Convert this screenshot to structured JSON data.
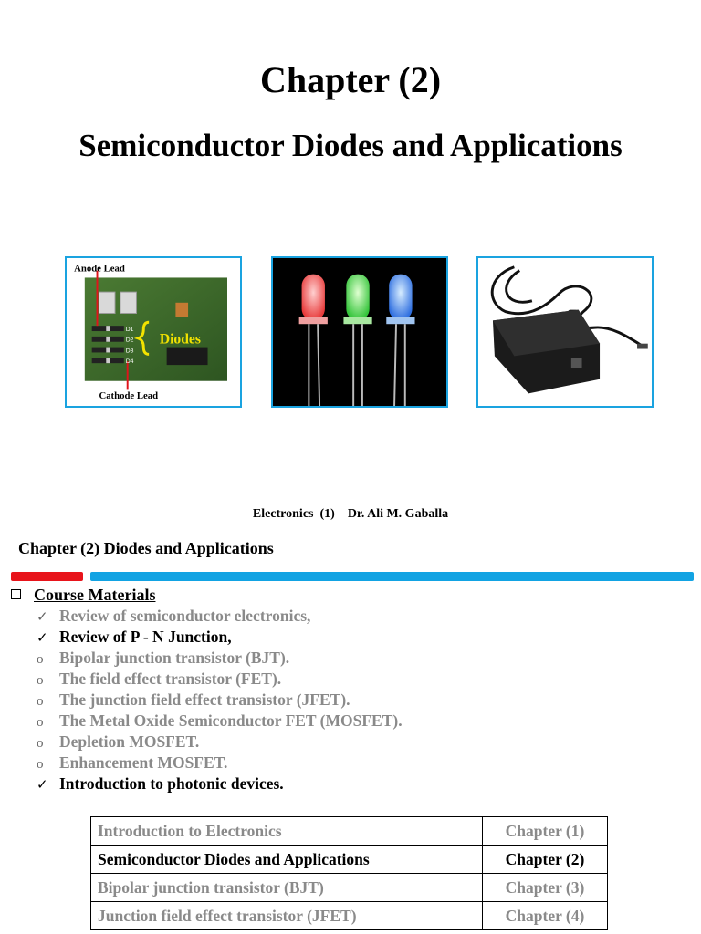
{
  "title": "Chapter (2)",
  "subtitle": "Semiconductor Diodes and Applications",
  "images": {
    "diodes": {
      "anode_label": "Anode Lead",
      "cathode_label": "Cathode Lead",
      "diodes_label": "Diodes",
      "marks": [
        "D1",
        "D2",
        "D3",
        "D4"
      ]
    },
    "leds": {},
    "adapter": {}
  },
  "footer": {
    "course": "Electronics  (1)",
    "author": "Dr. Ali M. Gaballa"
  },
  "header2": "Chapter (2) Diodes and Applications",
  "course_materials": {
    "label": "Course Materials",
    "items": [
      {
        "marker": "✓",
        "text": "Review of semiconductor electronics,",
        "style": "gray"
      },
      {
        "marker": "✓",
        "text": "Review of P - N Junction,",
        "style": "black"
      },
      {
        "marker": "o",
        "text": "Bipolar junction transistor (BJT).",
        "style": "gray"
      },
      {
        "marker": "o",
        "text": "The field effect transistor (FET).",
        "style": "gray"
      },
      {
        "marker": "o",
        "text": "The junction field effect transistor (JFET).",
        "style": "gray"
      },
      {
        "marker": "o",
        "text": "The Metal Oxide Semiconductor FET (MOSFET).",
        "style": "gray"
      },
      {
        "marker": "o",
        "text": "Depletion MOSFET.",
        "style": "gray"
      },
      {
        "marker": "o",
        "text": "Enhancement MOSFET.",
        "style": "gray"
      },
      {
        "marker": "✓",
        "text": "Introduction to photonic devices.",
        "style": "black"
      }
    ]
  },
  "table": {
    "rows": [
      {
        "topic": "Introduction to Electronics",
        "chapter": "Chapter (1)",
        "style": "gray"
      },
      {
        "topic": "Semiconductor Diodes and Applications",
        "chapter": "Chapter (2)",
        "style": "black"
      },
      {
        "topic": "Bipolar junction transistor (BJT)",
        "chapter": "Chapter (3)",
        "style": "gray"
      },
      {
        "topic": "Junction field effect transistor (JFET)",
        "chapter": "Chapter (4)",
        "style": "gray"
      }
    ]
  },
  "colors": {
    "accent_blue": "#12a3e3",
    "accent_red": "#e8141b",
    "muted_text": "#8a8a8a"
  }
}
